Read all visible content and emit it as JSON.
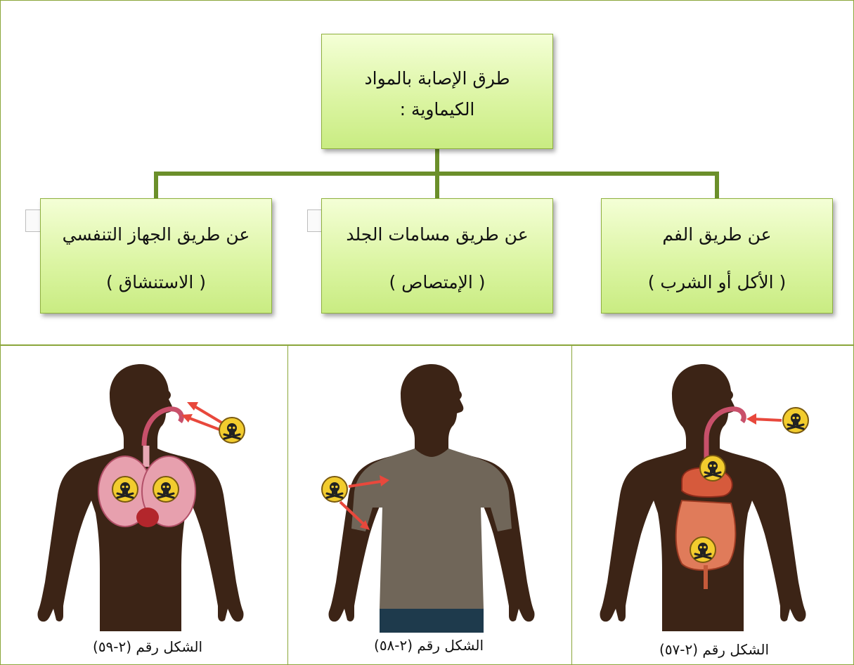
{
  "chart": {
    "root": {
      "line1": "طرق الإصابة بالمواد",
      "line2": "الكيماوية :"
    },
    "branches": [
      {
        "title": "عن طريق الجهاز التنفسي",
        "subtitle": "( الاستنشاق )"
      },
      {
        "title": "عن طريق مسامات الجلد",
        "subtitle": "( الإمتصاص )"
      },
      {
        "title": "عن طريق الفم",
        "subtitle": "( الأكل أو الشرب )"
      }
    ]
  },
  "figures": [
    {
      "caption": "الشكل رقم (٢-٥٩)",
      "route": "inhalation"
    },
    {
      "caption": "الشكل رقم (٢-٥٨)",
      "route": "absorption"
    },
    {
      "caption": "الشكل رقم (٢-٥٧)",
      "route": "ingestion"
    }
  ],
  "colors": {
    "border": "#8aa63a",
    "connector": "#6b8f2a",
    "box_fill": "#dcf5a4",
    "silhouette": "#3c2416",
    "shirt": "#706659",
    "pants": "#1e3a4c",
    "arrow": "#e8483c",
    "hazard": "#f2cc2e"
  },
  "icons": [
    "hazard-skull-icon",
    "arrow-icon",
    "human-silhouette-icon"
  ]
}
